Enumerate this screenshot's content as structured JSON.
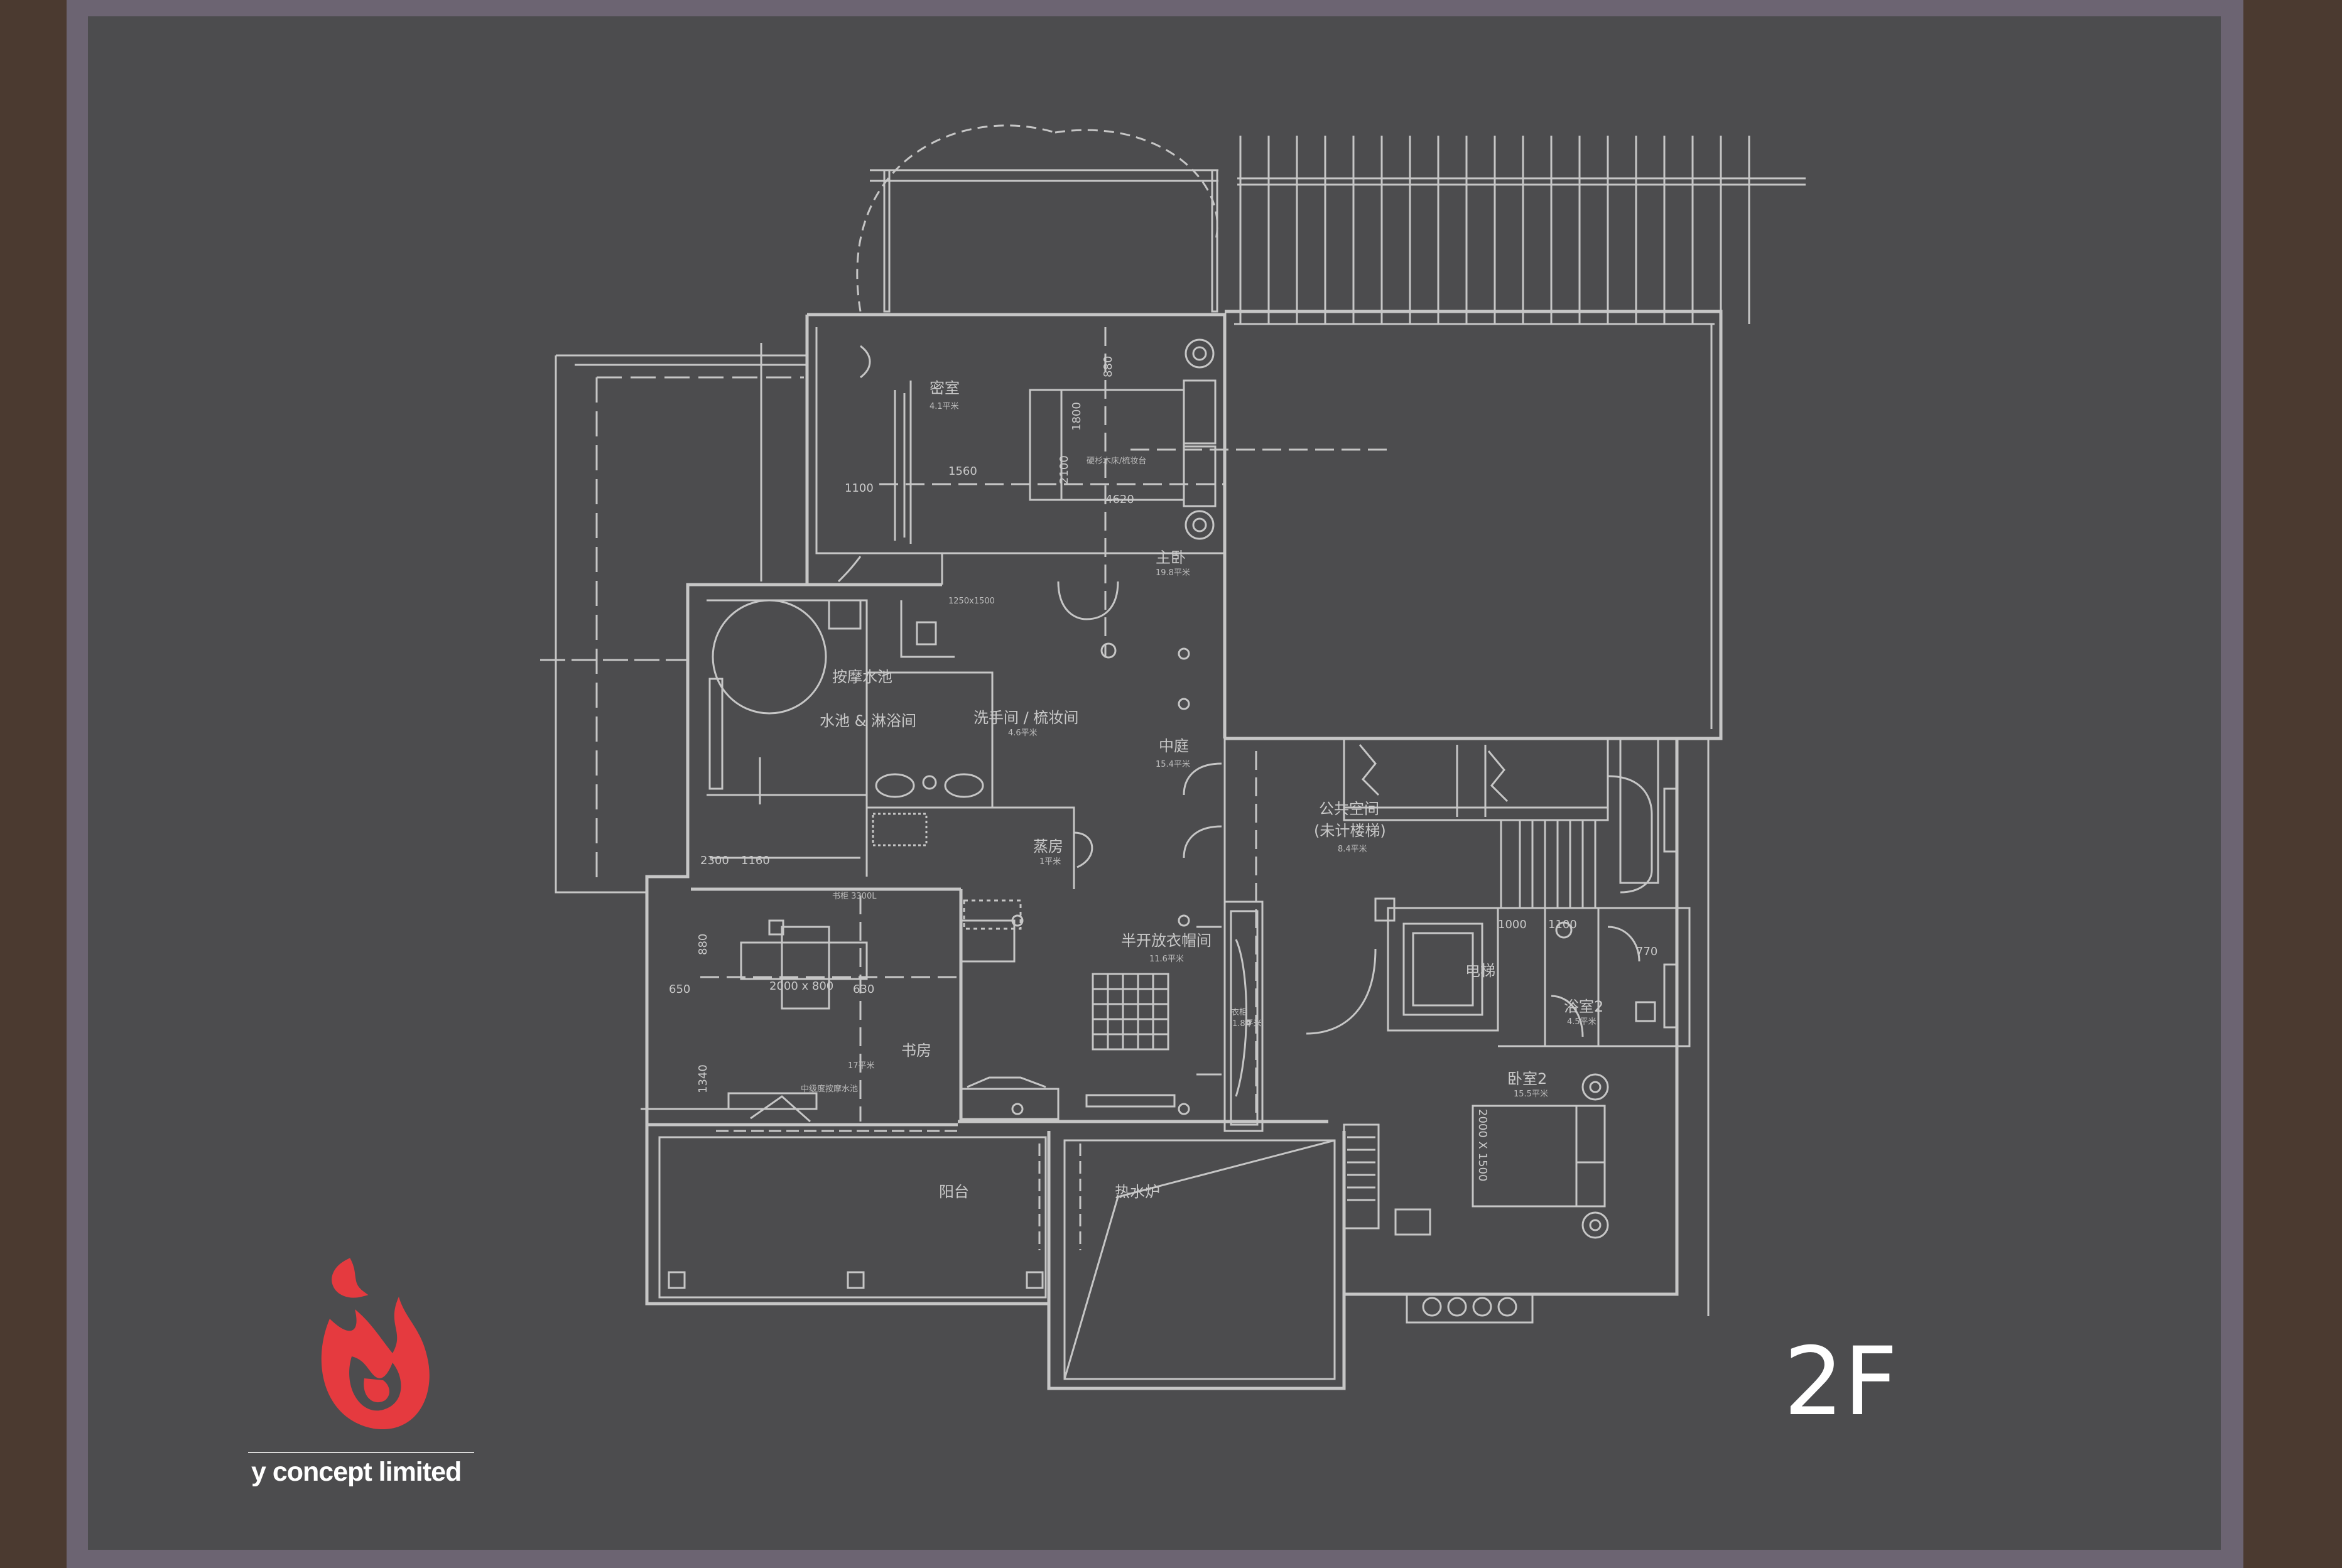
{
  "floor_label": "2F",
  "company": {
    "name": "y concept limited",
    "logo": "red-flame-logo"
  },
  "rooms": {
    "storage": "密室",
    "storage_area": "4.1平米",
    "master_bedroom": "主卧",
    "master_area": "19.8平米",
    "jacuzzi": "按摩水池",
    "shower_bath": "水池 & 淋浴间",
    "wash_room": "洗手间 / 梳妆间",
    "wash_area": "4.6平米",
    "middle_hall": "中庭",
    "middle_area": "15.4平米",
    "public_space": "公共空间",
    "public_sub": "(未计楼梯)",
    "public_area": "8.4平米",
    "steam": "蒸房",
    "steam_area": "1平米",
    "cloakroom": "半开放衣帽间",
    "cloak_area": "11.6平米",
    "study": "书房",
    "study_area": "17平米",
    "study_pool": "中级度按摩水池",
    "bookshelf": "书柜 3300L",
    "elevator": "电梯",
    "bathroom2": "浴室2",
    "bath2_area": "4.5平米",
    "bedroom2": "卧室2",
    "bed2_area": "15.5平米",
    "balcony": "阳台",
    "water_heater": "热水炉",
    "wardrobe": "衣柜",
    "wardrobe_area": "1.8平米",
    "master_note": "硬杉木床/梳妆台"
  },
  "dims": {
    "d1100": "1100",
    "d1560": "1560",
    "d4620": "4620",
    "d1800": "1800",
    "d2100": "2100",
    "d2000x800": "2000 x 800",
    "d650": "650",
    "d630": "630",
    "d880": "880",
    "d1340": "1340",
    "d2300": "2300",
    "d1160": "1160",
    "d2000x1500": "2000 X 1500",
    "d1100b": "1100",
    "d770": "770",
    "d1000": "1000",
    "d1250": "1250x1500",
    "d880b": "880"
  }
}
